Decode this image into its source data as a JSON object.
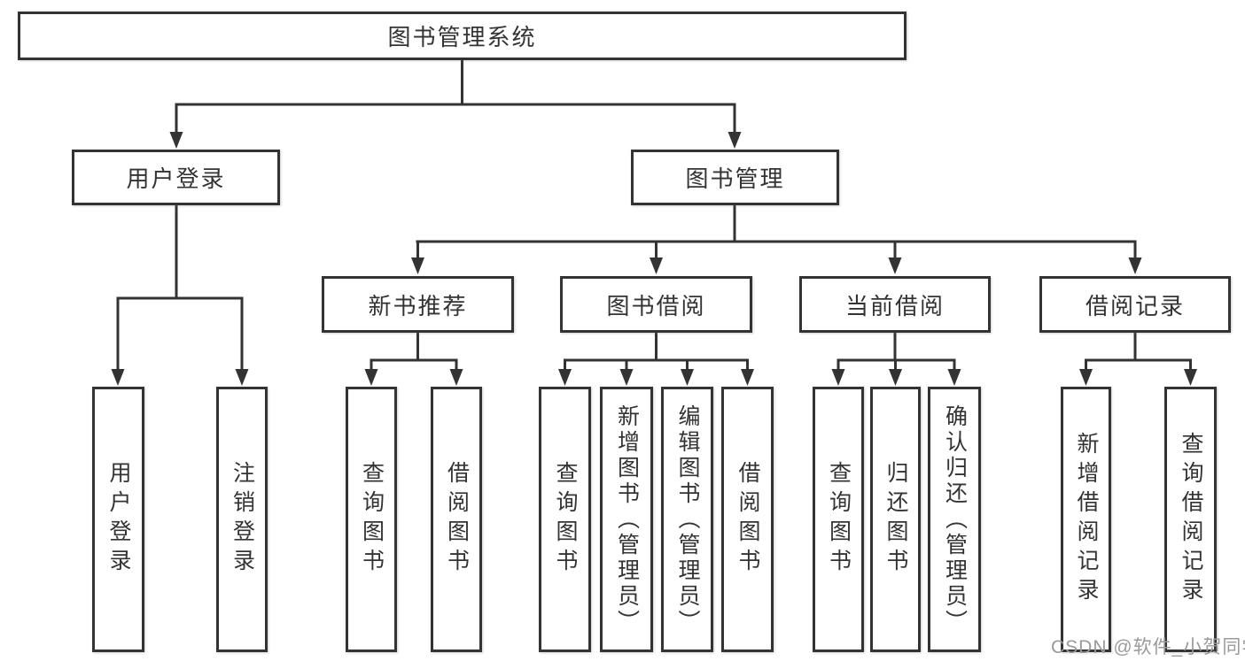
{
  "diagram": {
    "root": {
      "label": "图书管理系统"
    },
    "branches": [
      {
        "label": "用户登录",
        "children": [
          {
            "label": "用户登录"
          },
          {
            "label": "注销登录"
          }
        ]
      },
      {
        "label": "图书管理",
        "children": [
          {
            "label": "新书推荐",
            "children": [
              {
                "label": "查询图书"
              },
              {
                "label": "借阅图书"
              }
            ]
          },
          {
            "label": "图书借阅",
            "children": [
              {
                "label": "查询图书"
              },
              {
                "label": "新增图书（管理员）"
              },
              {
                "label": "编辑图书（管理员）"
              },
              {
                "label": "借阅图书"
              }
            ]
          },
          {
            "label": "当前借阅",
            "children": [
              {
                "label": "查询图书"
              },
              {
                "label": "归还图书"
              },
              {
                "label": "确认归还（管理员）"
              }
            ]
          },
          {
            "label": "借阅记录",
            "children": [
              {
                "label": "新增借阅记录"
              },
              {
                "label": "查询借阅记录"
              }
            ]
          }
        ]
      }
    ]
  },
  "watermark": {
    "text": "CSDN @软件_小贺同学"
  },
  "colors": {
    "line": "#333333",
    "text": "#333333",
    "background": "#ffffff",
    "watermark": "#9a9a9a"
  }
}
